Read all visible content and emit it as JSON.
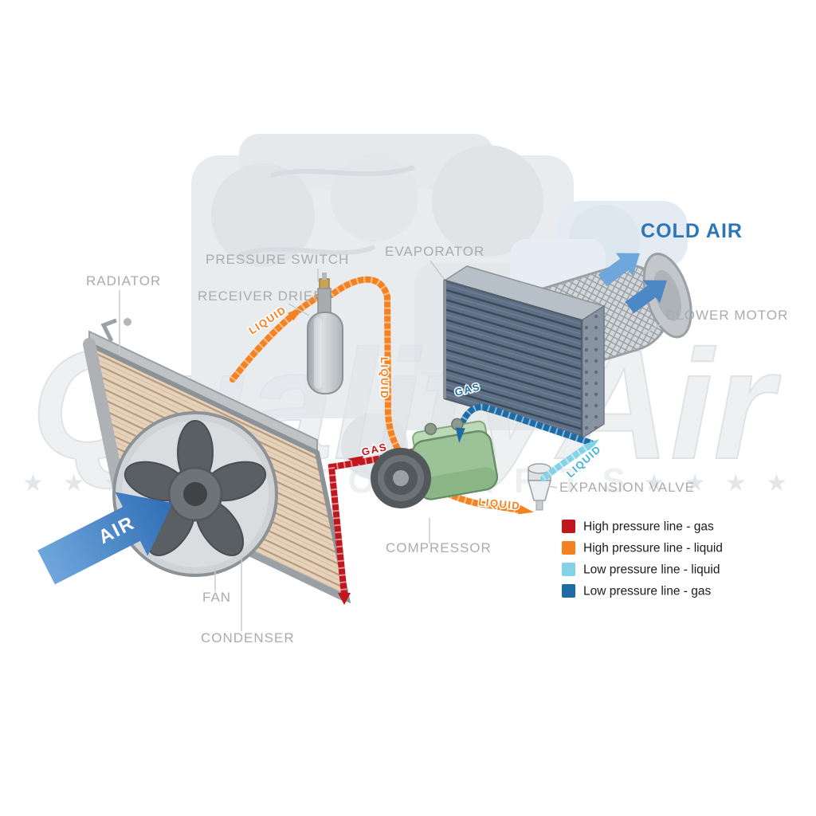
{
  "labels": {
    "radiator": "RADIATOR",
    "pressure_switch": "PRESSURE SWITCH",
    "receiver_drier": "RECEIVER DRIER",
    "evaporator": "EVAPORATOR",
    "blower_motor": "BLOWER MOTOR",
    "cold_air": "COLD AIR",
    "air": "AIR",
    "expansion_valve": "EXPANSION VALVE",
    "compressor": "COMPRESSOR",
    "fan": "FAN",
    "condenser": "CONDENSER"
  },
  "pipe_labels": {
    "liquid_to_drier": "LIQUID",
    "liquid_vertical": "LIQUID",
    "gas_high": "GAS",
    "gas_low": "GAS",
    "liquid_low": "LIQUID",
    "liquid_to_valve": "LIQUID"
  },
  "legend": {
    "items": [
      {
        "label": "High pressure line - gas",
        "color": "#c0161d"
      },
      {
        "label": "High pressure line - liquid",
        "color": "#f58220"
      },
      {
        "label": "Low pressure line - liquid",
        "color": "#82d3e8"
      },
      {
        "label": "Low pressure line -  gas",
        "color": "#1d6ca5"
      }
    ]
  },
  "colors": {
    "high_gas": "#c0161d",
    "high_liquid": "#f58220",
    "low_liquid": "#82d3e8",
    "low_gas": "#1d6ca5",
    "cold_air_blue": "#2e75b6",
    "label_gray": "#a9acae"
  },
  "watermark": {
    "brand": "QualityAir",
    "subtext": "AUTO PARTS",
    "stars": "★ ★ ★ ★"
  }
}
